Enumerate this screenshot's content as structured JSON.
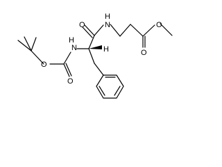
{
  "molecule": {
    "atoms": {
      "amide_nitrogen": "N",
      "amide_hydrogen": "H",
      "amide_oxygen": "O",
      "ester_oxygen_methoxy": "O",
      "ester_oxygen_carbonyl": "O",
      "carbamate_nitrogen": "N",
      "carbamate_hydrogen": "H",
      "carbamate_oxygen_ether": "O",
      "carbamate_oxygen_carbonyl": "O",
      "stereo_hydrogen": "H"
    },
    "colors": {
      "ink": "#000000",
      "background": "#ffffff"
    }
  }
}
